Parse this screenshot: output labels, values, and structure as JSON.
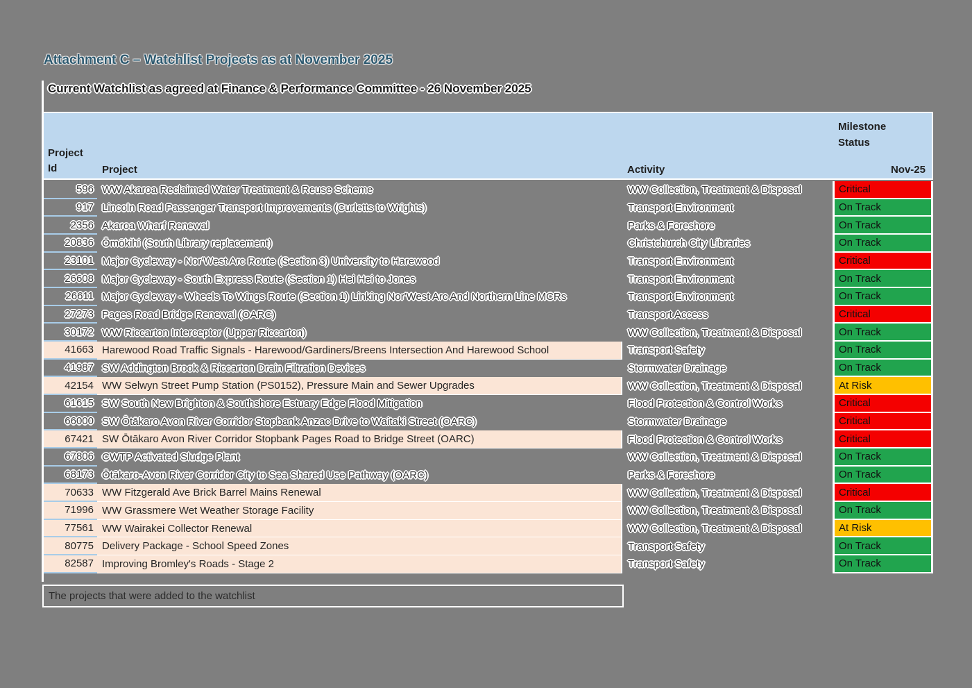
{
  "page": {
    "title": "Attachment C – Watchlist Projects as at November 2025",
    "subtitle": "Current Watchlist as agreed at Finance & Performance Committee - 26 November 2025"
  },
  "table": {
    "headers": {
      "project_id": "Project\nId",
      "project": "Project",
      "activity": "Activity",
      "milestone": "Milestone\nStatus",
      "period": "Nov-25"
    },
    "rows": [
      {
        "id": "596",
        "project": "WW Akaroa Reclaimed Water Treatment & Reuse Scheme",
        "activity": "WW Collection, Treatment & Disposal",
        "status": "Critical",
        "status_key": "critical",
        "highlighted": false
      },
      {
        "id": "917",
        "project": "Lincoln Road Passenger Transport Improvements (Curletts to Wrights)",
        "activity": "Transport Environment",
        "status": "On Track",
        "status_key": "on_track",
        "highlighted": false
      },
      {
        "id": "2356",
        "project": "Akaroa Wharf Renewal",
        "activity": "Parks & Foreshore",
        "status": "On Track",
        "status_key": "on_track",
        "highlighted": false
      },
      {
        "id": "20836",
        "project": "Ōmōkihi (South Library replacement)",
        "activity": "Christchurch City Libraries",
        "status": "On Track",
        "status_key": "on_track",
        "highlighted": false
      },
      {
        "id": "23101",
        "project": "Major Cycleway - Nor'West Arc Route (Section 3) University to Harewood",
        "activity": "Transport Environment",
        "status": "Critical",
        "status_key": "critical",
        "highlighted": false
      },
      {
        "id": "26608",
        "project": "Major Cycleway - South Express Route (Section 1) Hei Hei to Jones",
        "activity": "Transport Environment",
        "status": "On Track",
        "status_key": "on_track",
        "highlighted": false
      },
      {
        "id": "26611",
        "project": "Major Cycleway - Wheels To Wings Route (Section 1) Linking Nor'West Arc And Northern Line MCRs",
        "activity": "Transport Environment",
        "status": "On Track",
        "status_key": "on_track",
        "highlighted": false
      },
      {
        "id": "27273",
        "project": "Pages Road Bridge Renewal (OARC)",
        "activity": "Transport Access",
        "status": "Critical",
        "status_key": "critical",
        "highlighted": false
      },
      {
        "id": "30172",
        "project": "WW Riccarton Interceptor (Upper Riccarton)",
        "activity": "WW Collection, Treatment & Disposal",
        "status": "On Track",
        "status_key": "on_track",
        "highlighted": false
      },
      {
        "id": "41663",
        "project": "Harewood Road Traffic Signals - Harewood/Gardiners/Breens Intersection And Harewood School",
        "activity": "Transport Safety",
        "status": "On Track",
        "status_key": "on_track",
        "highlighted": true
      },
      {
        "id": "41987",
        "project": "SW Addington Brook & Riccarton Drain Filtration Devices",
        "activity": "Stormwater Drainage",
        "status": "On Track",
        "status_key": "on_track",
        "highlighted": false
      },
      {
        "id": "42154",
        "project": "WW Selwyn Street Pump Station (PS0152), Pressure Main and Sewer Upgrades",
        "activity": "WW Collection, Treatment & Disposal",
        "status": "At Risk",
        "status_key": "at_risk",
        "highlighted": true
      },
      {
        "id": "61615",
        "project": "SW South New Brighton & Southshore Estuary Edge Flood Mitigation",
        "activity": "Flood Protection & Control Works",
        "status": "Critical",
        "status_key": "critical",
        "highlighted": false
      },
      {
        "id": "66000",
        "project": "SW Ōtākaro Avon River Corridor Stopbank Anzac Drive to Waitaki Street (OARC)",
        "activity": "Stormwater Drainage",
        "status": "Critical",
        "status_key": "critical",
        "highlighted": false
      },
      {
        "id": "67421",
        "project": "SW Ōtākaro Avon River Corridor Stopbank Pages Road to Bridge Street (OARC)",
        "activity": "Flood Protection & Control Works",
        "status": "Critical",
        "status_key": "critical",
        "highlighted": true
      },
      {
        "id": "67806",
        "project": "CWTP Activated Sludge Plant",
        "activity": "WW Collection, Treatment & Disposal",
        "status": "On Track",
        "status_key": "on_track",
        "highlighted": false
      },
      {
        "id": "68173",
        "project": "Ōtākaro-Avon River Corridor City to Sea Shared Use Pathway (OARC)",
        "activity": "Parks & Foreshore",
        "status": "On Track",
        "status_key": "on_track",
        "highlighted": false
      },
      {
        "id": "70633",
        "project": "WW Fitzgerald Ave Brick Barrel Mains Renewal",
        "activity": "WW Collection, Treatment & Disposal",
        "status": "Critical",
        "status_key": "critical",
        "highlighted": true
      },
      {
        "id": "71996",
        "project": "WW Grassmere Wet Weather Storage Facility",
        "activity": "WW Collection, Treatment & Disposal",
        "status": "On Track",
        "status_key": "on_track",
        "highlighted": true
      },
      {
        "id": "77561",
        "project": "WW Wairakei Collector Renewal",
        "activity": "WW Collection, Treatment & Disposal",
        "status": "At Risk",
        "status_key": "at_risk",
        "highlighted": true
      },
      {
        "id": "80775",
        "project": "Delivery Package - School Speed Zones",
        "activity": "Transport Safety",
        "status": "On Track",
        "status_key": "on_track",
        "highlighted": true
      },
      {
        "id": "82587",
        "project": "Improving Bromley's Roads - Stage 2",
        "activity": "Transport Safety",
        "status": "On Track",
        "status_key": "on_track",
        "highlighted": true
      }
    ]
  },
  "footer": {
    "note": "The projects that were added to the watchlist"
  },
  "colors": {
    "critical": "#F40000",
    "on_track": "#21A44E",
    "at_risk": "#FFC000",
    "header_bg": "#BDD7EE",
    "highlight_bg": "#FBE5D6",
    "page_bg": "#7F7F7F",
    "id_underline": "#A8CCE8",
    "title_color": "#2E5A70"
  }
}
